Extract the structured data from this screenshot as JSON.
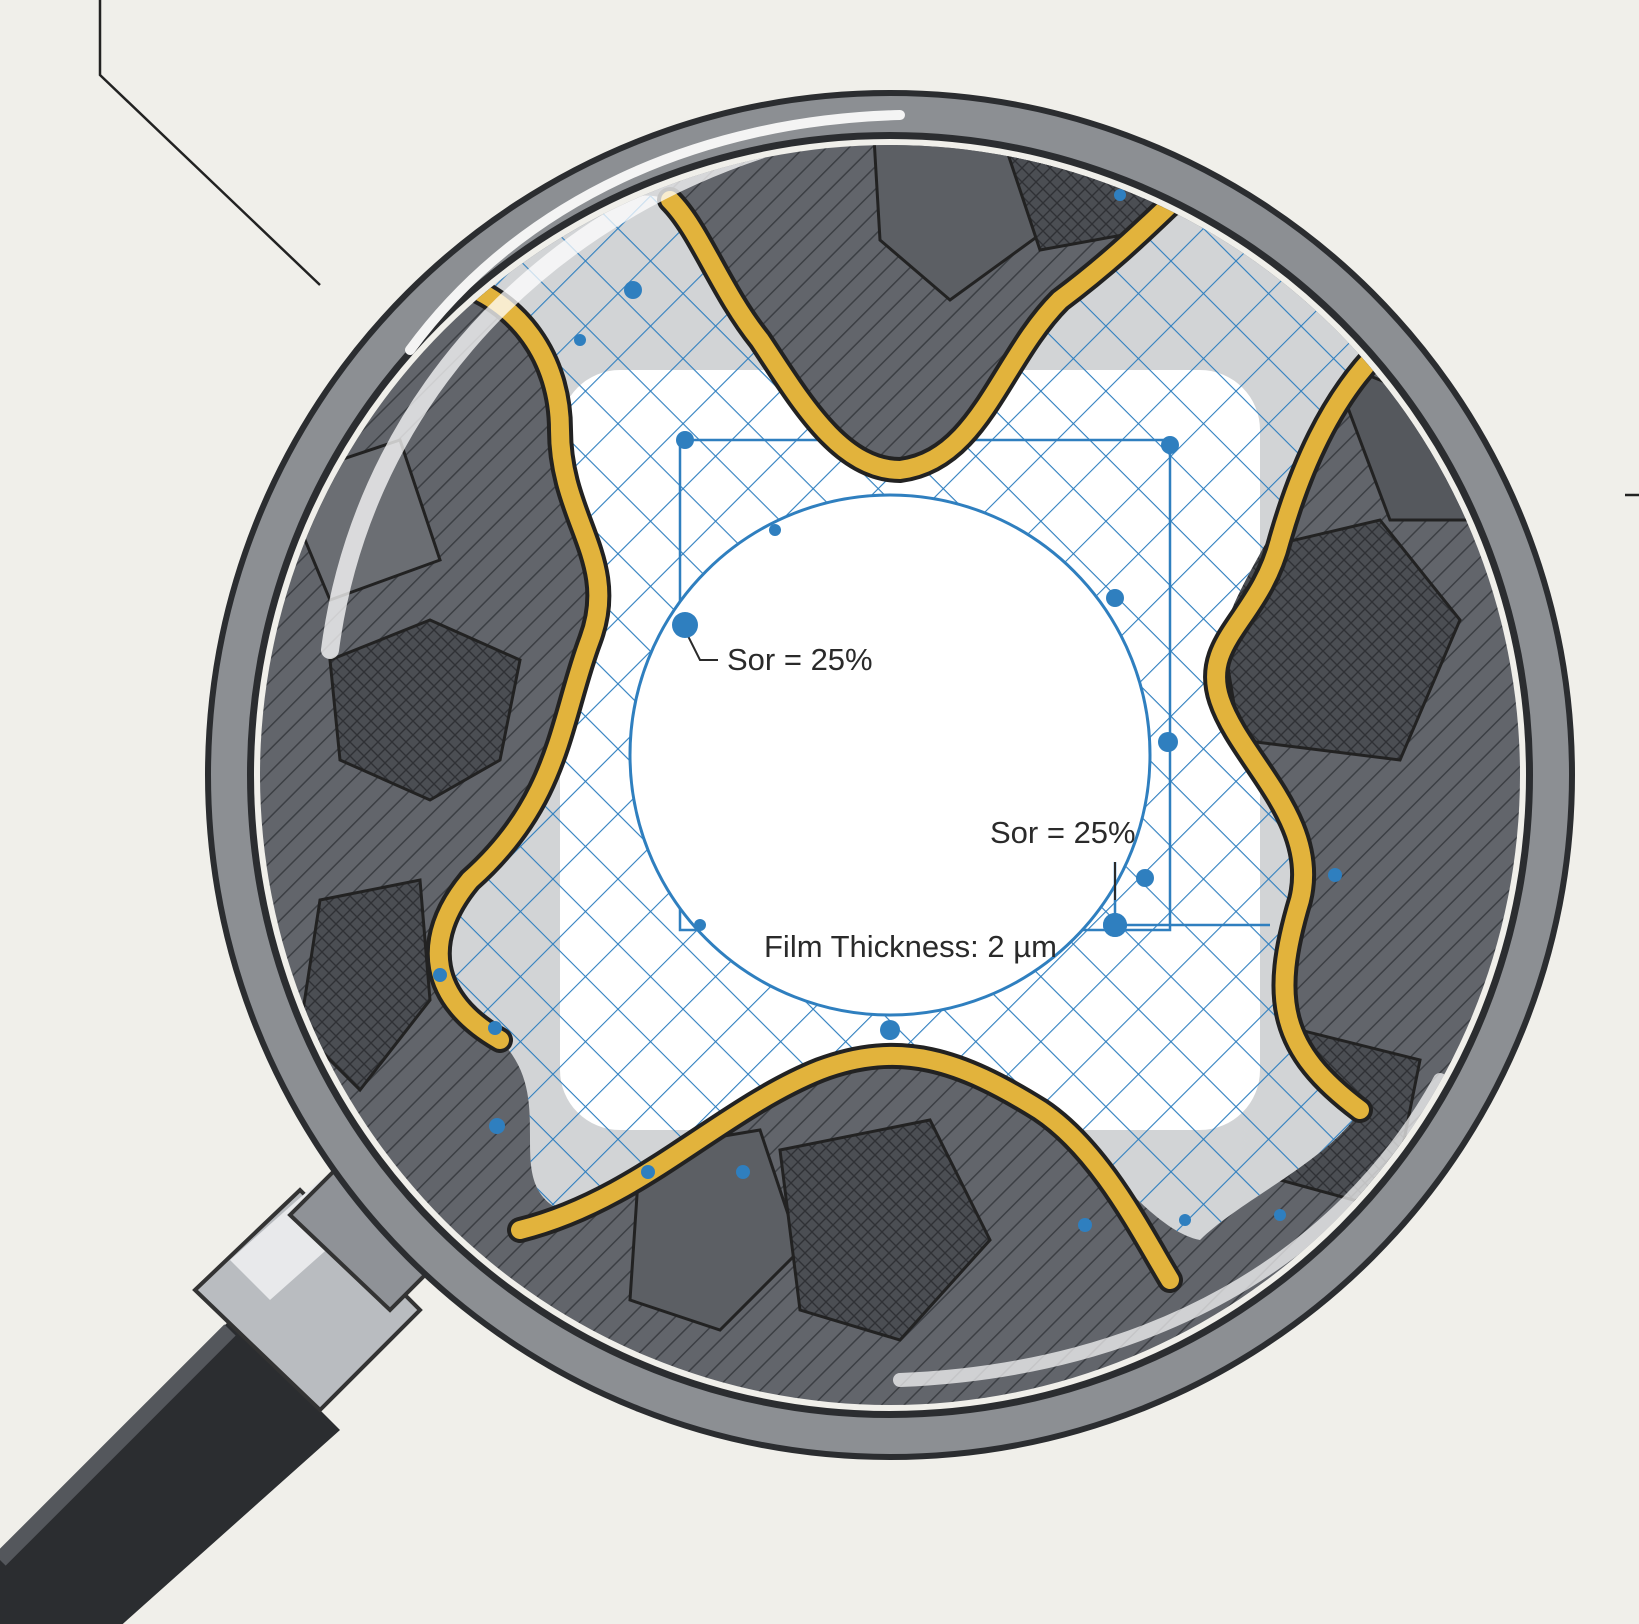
{
  "labels": {
    "sor_upper": "Sor = 25%",
    "sor_right": "Sor = 25%",
    "film_thickness": "Film Thickness: 2 µm"
  },
  "colors": {
    "background": "#f0efea",
    "rock_grain_dark": "#4a4d52",
    "rock_grain_mid": "#6d7076",
    "pore_space": "#d2d4d6",
    "oil_film": "#e2b33c",
    "water_network": "#2f7fbf",
    "lens_rim": "#8c8f93",
    "handle": "#2b2d30"
  },
  "icons": [
    "magnifying-glass-icon"
  ]
}
